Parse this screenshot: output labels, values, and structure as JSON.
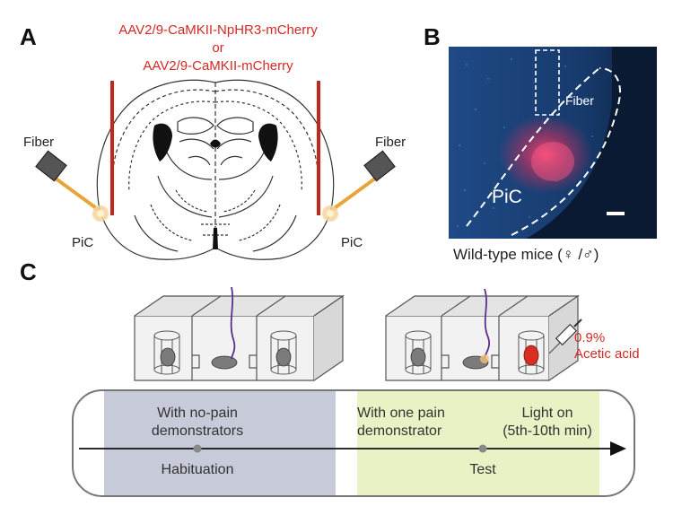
{
  "panels": {
    "a": {
      "letter": "A"
    },
    "b": {
      "letter": "B"
    },
    "c": {
      "letter": "C"
    }
  },
  "virus": {
    "line1": "AAV2/9-CaMKII-NpHR3-mCherry",
    "line2": "or",
    "line3": "AAV2/9-CaMKII-mCherry"
  },
  "brain": {
    "fiber_left": "Fiber",
    "fiber_right": "Fiber",
    "pic_left": "PiC",
    "pic_right": "PiC"
  },
  "micrograph": {
    "fiber_label": "Fiber",
    "region_label": "PiC",
    "caption": "Wild-type mice (♀ /♂)"
  },
  "injection": {
    "dose": "0.9%",
    "agent": "Acetic acid"
  },
  "timeline": {
    "habituation": {
      "desc_line1": "With no-pain",
      "desc_line2": "demonstrators",
      "phase": "Habituation"
    },
    "test": {
      "desc_line1": "With one pain",
      "desc_line2": "demonstrator",
      "light_line1": "Light on",
      "light_line2": "(5th-10th min)",
      "phase": "Test"
    }
  },
  "colors": {
    "virus_text": "#d42a25",
    "fiber": "#c0281c",
    "habituation_fill": "#c7cad8",
    "test_fill": "#e9f2c4",
    "fluorescence": "#ff4a78",
    "nuclei": "#1a3c70",
    "tether": "#5a2e8c"
  }
}
